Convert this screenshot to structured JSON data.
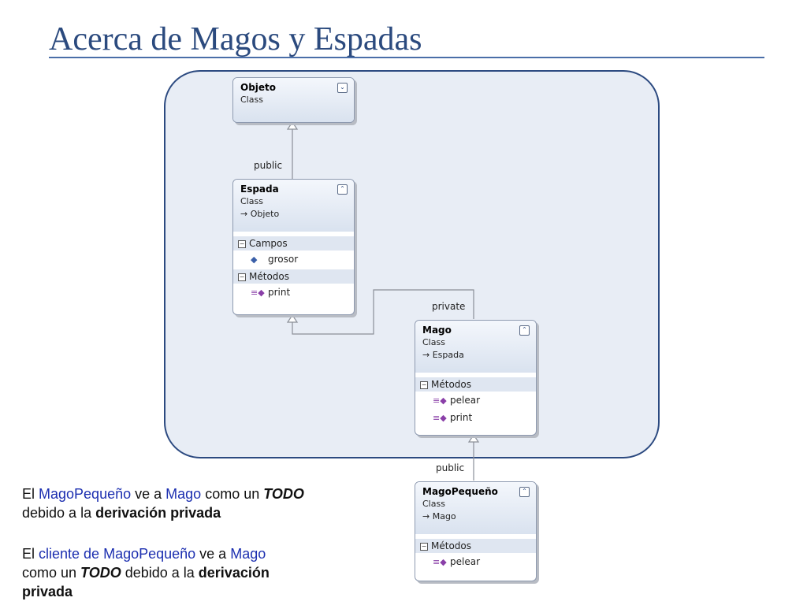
{
  "slide": {
    "title": "Acerca de Magos y Espadas"
  },
  "colors": {
    "title": "#2b4a7e",
    "panel": "#e8edf5",
    "highlight": "#1c2fb0"
  },
  "classes": {
    "objeto": {
      "name": "Objeto",
      "stereotype": "Class"
    },
    "espada": {
      "name": "Espada",
      "stereotype": "Class",
      "base": "Objeto",
      "fields_header": "Campos",
      "fields": [
        "grosor"
      ],
      "methods_header": "Métodos",
      "methods": [
        "print"
      ]
    },
    "mago": {
      "name": "Mago",
      "stereotype": "Class",
      "base": "Espada",
      "methods_header": "Métodos",
      "methods": [
        "pelear",
        "print"
      ]
    },
    "mago_pequeno": {
      "name": "MagoPequeño",
      "stereotype": "Class",
      "base": "Mago",
      "methods_header": "Métodos",
      "methods": [
        "pelear"
      ]
    }
  },
  "connectors": {
    "objeto_espada": "public",
    "espada_mago": "private",
    "mago_magopequeno": "public"
  },
  "text": {
    "p1": {
      "a": "El ",
      "b": "MagoPequeño",
      "c": " ve a ",
      "d": "Mago",
      "e": " como un ",
      "f": "TODO",
      "g": "debido a la ",
      "h": "derivación privada"
    },
    "p2": {
      "a": "El ",
      "b": "cliente de MagoPequeño",
      "c": " ve a ",
      "d": "Mago",
      "e": "como un ",
      "f": "TODO",
      "g": " debido a la ",
      "h": "derivación",
      "i": "privada"
    }
  }
}
